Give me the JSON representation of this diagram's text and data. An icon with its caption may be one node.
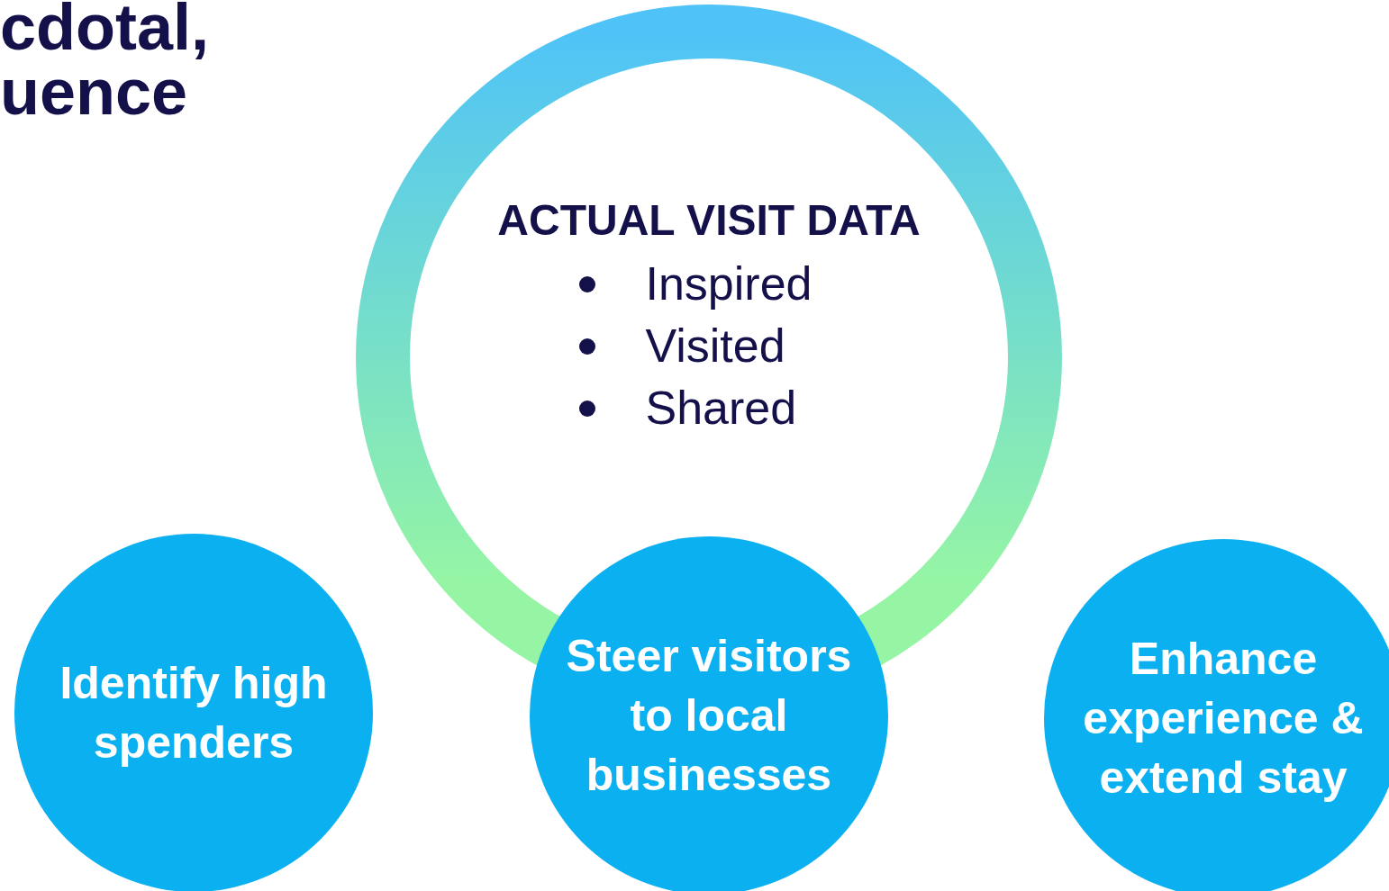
{
  "diagram": {
    "nodes": [
      {
        "text": [
          "ACTUAL VISIT DATA",
          "Inspired",
          "Visited",
          "Shared"
        ]
      },
      {
        "text": [
          "Identify high spenders"
        ]
      },
      {
        "text": [
          "Steer visitors to local businesses"
        ]
      },
      {
        "text": [
          "Enhance experience & extend stay"
        ]
      }
    ],
    "labels": [
      "cdotal,",
      "uence"
    ]
  }
}
